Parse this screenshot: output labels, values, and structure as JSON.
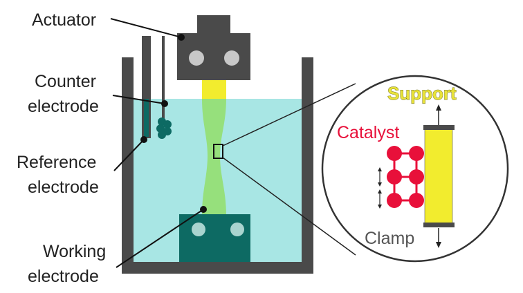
{
  "labels": {
    "actuator": "Actuator",
    "counter_line1": "Counter",
    "counter_line2": "electrode",
    "reference_line1": "Reference",
    "reference_line2": "electrode",
    "working_line1": "Working",
    "working_line2": "electrode",
    "support": "Support",
    "catalyst": "Catalyst",
    "clamp": "Clamp"
  },
  "colors": {
    "container": "#4a4a4a",
    "solution": "#a8e6e4",
    "actuator": "#4a4a4a",
    "clamp_bottom": "#0d6a63",
    "support": "#f2ec2e",
    "specimen": "#96e07c",
    "catalyst": "#e8103a",
    "electrode_dark": "#0d6a63"
  }
}
